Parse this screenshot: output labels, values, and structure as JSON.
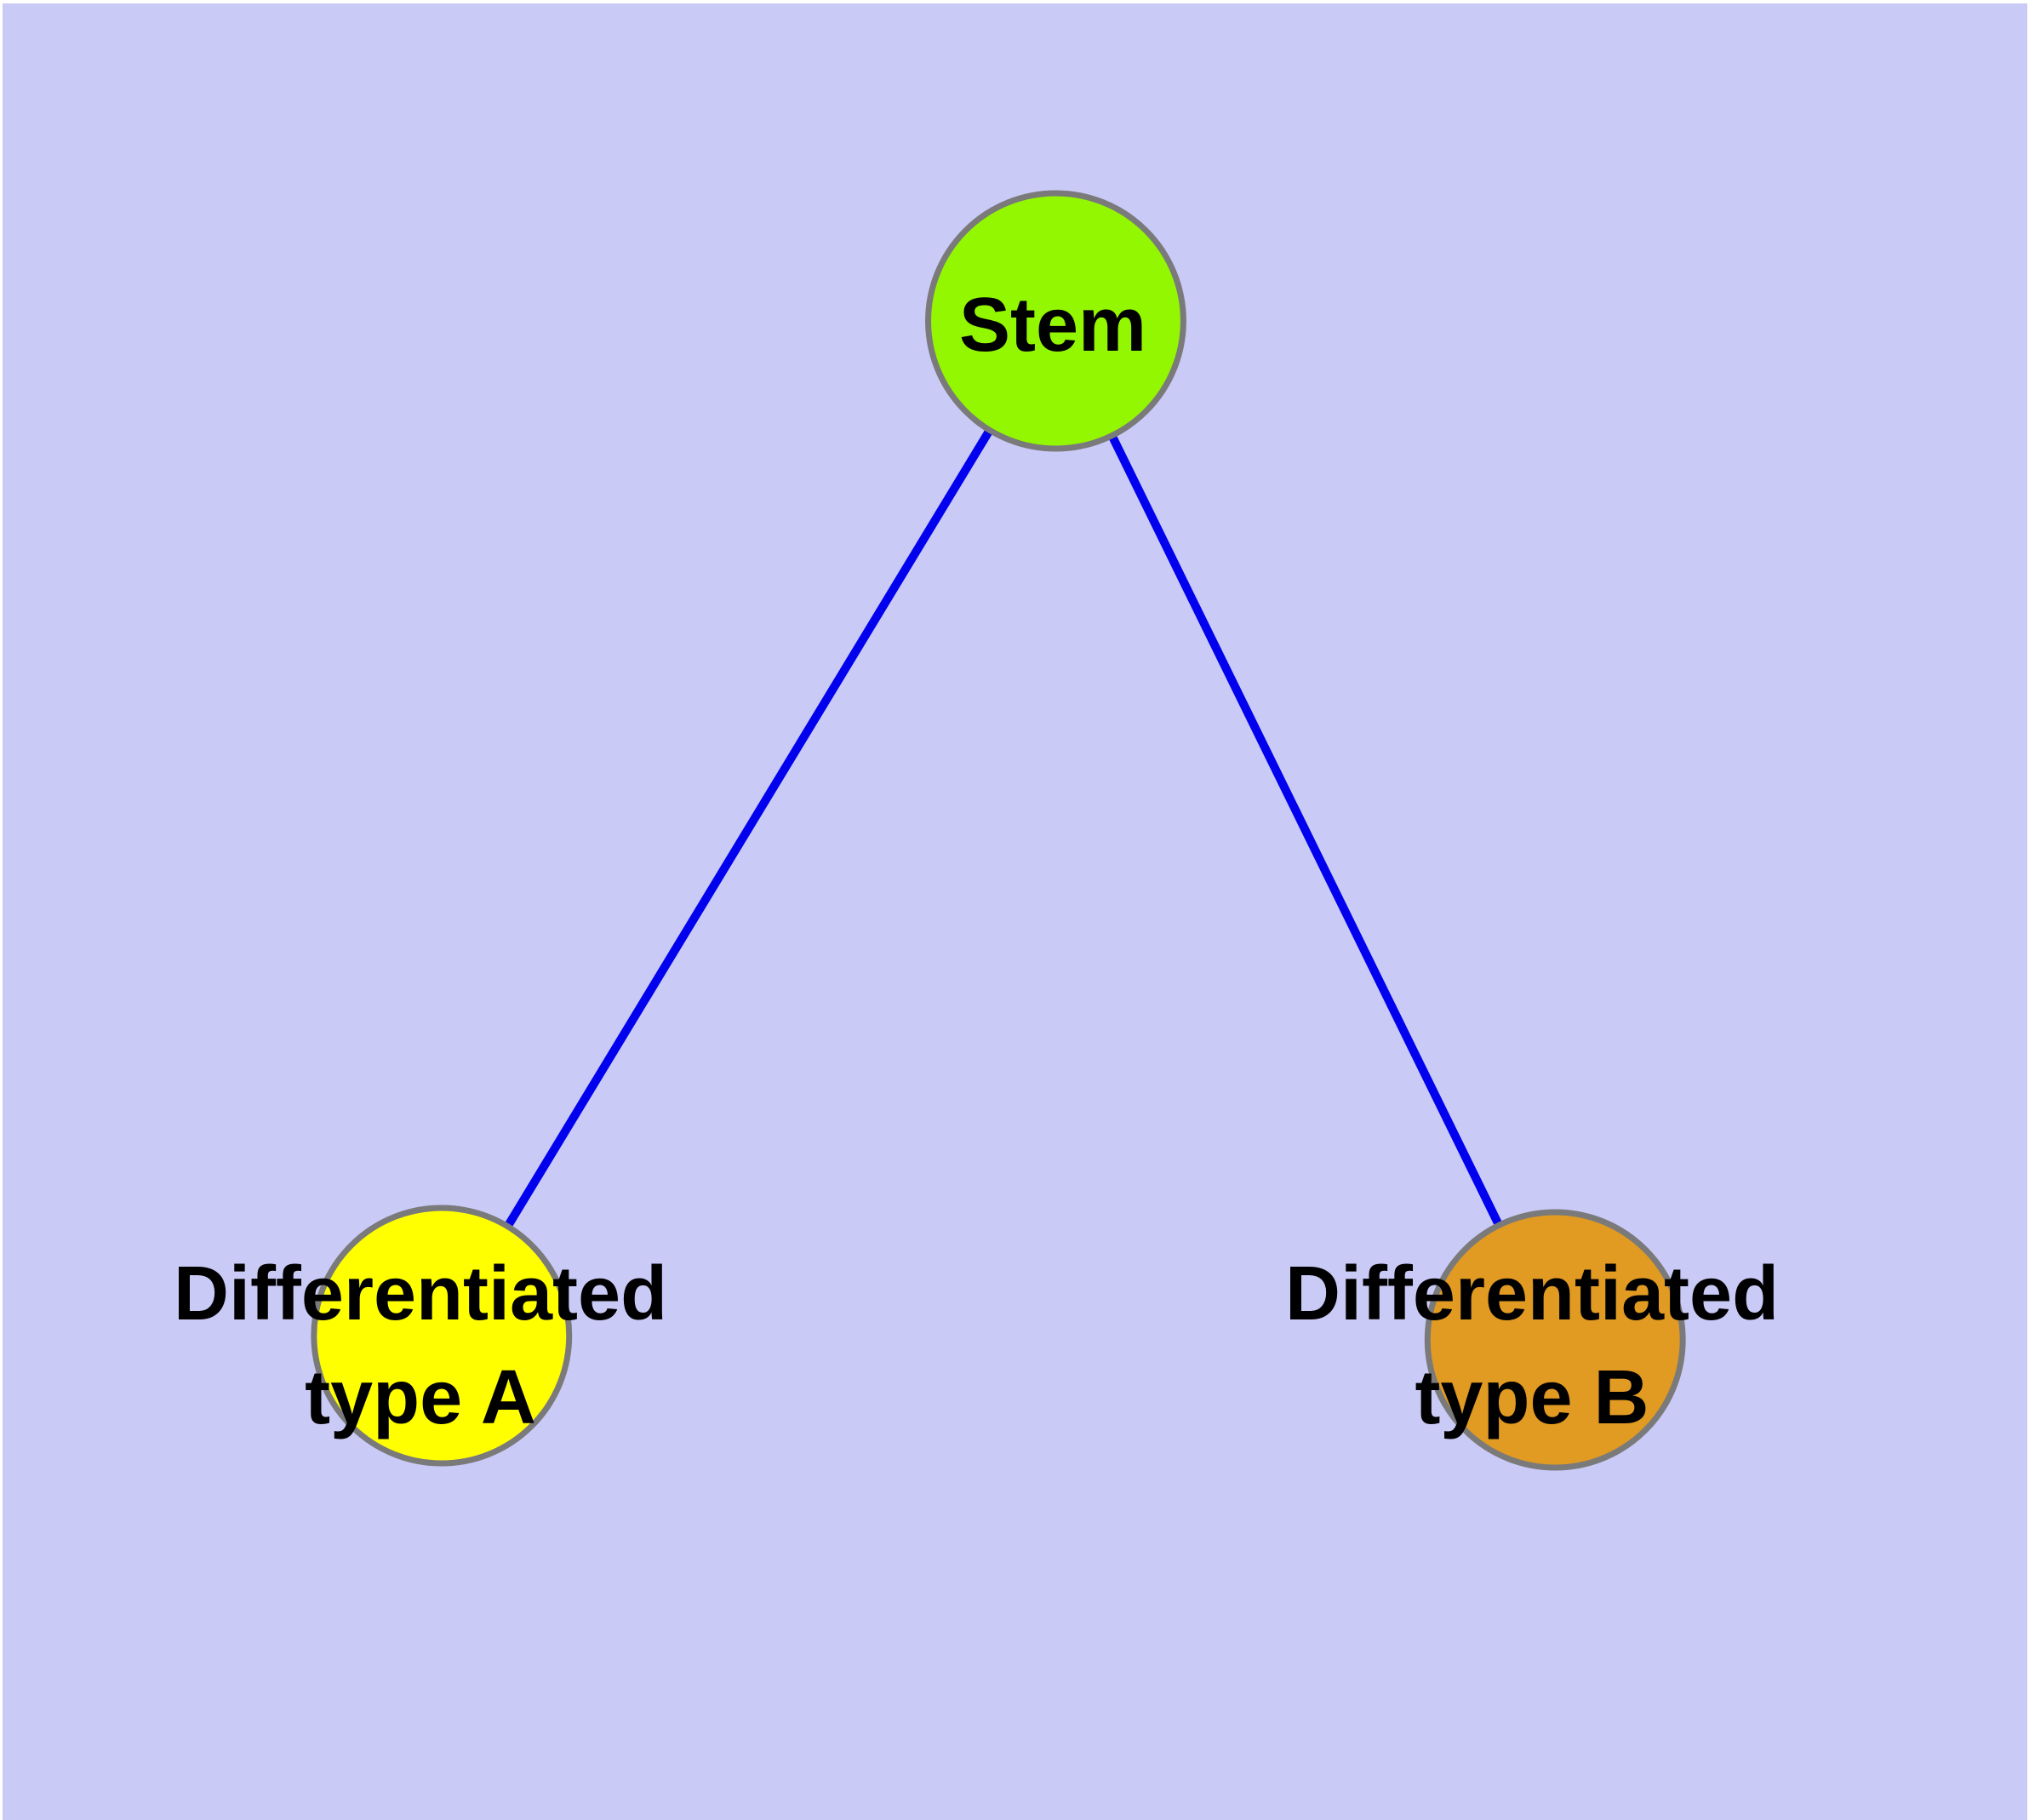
{
  "diagram": {
    "background_color": "#CACAF7",
    "margin_color": "#FFFFFF",
    "text_color": "#000000",
    "node_stroke_color": "#7A7A7A",
    "edge_color": "#0101EE",
    "nodes": [
      {
        "id": "stem",
        "label": "Stem",
        "label_line1": "Stem",
        "label_line2": "",
        "color": "#93F701"
      },
      {
        "id": "type-a",
        "label": "Differentiated type A",
        "label_line1": "Differentiated",
        "label_line2": "type A",
        "color": "#FFFF00"
      },
      {
        "id": "type-b",
        "label": "Differentiated type B",
        "label_line1": "Differentiated",
        "label_line2": "type B",
        "color": "#E19A22"
      }
    ],
    "edges": [
      {
        "from": "Stem",
        "to": "Differentiated type A"
      },
      {
        "from": "Stem",
        "to": "Differentiated type B"
      }
    ]
  }
}
